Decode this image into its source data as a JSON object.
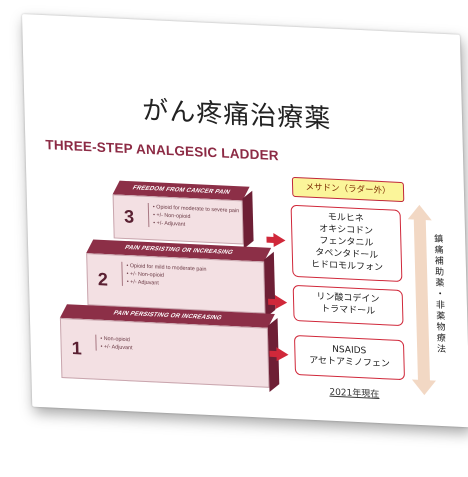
{
  "slide": {
    "title": "がん疼痛治療薬",
    "ladder_title": "THREE-STEP ANALGESIC LADDER",
    "steps": [
      {
        "number": "3",
        "header": "FREEDOM FROM CANCER PAIN",
        "items": [
          "Opioid for moderate to severe pain",
          "+/- Non-opioid",
          "+/- Adjuvant"
        ]
      },
      {
        "number": "2",
        "header": "PAIN PERSISTING OR INCREASING",
        "items": [
          "Opioid for mild to moderate pain",
          "+/- Non-opioid",
          "+/- Adjuvant"
        ]
      },
      {
        "number": "1",
        "header": "PAIN PERSISTING OR INCREASING",
        "items": [
          "Non-opioid",
          "+/- Adjuvant"
        ]
      }
    ],
    "methadone_label": "メサドン（ラダー外）",
    "drug_groups": [
      [
        "モルヒネ",
        "オキシコドン",
        "フェンタニル",
        "タペンタドール",
        "ヒドロモルフォン"
      ],
      [
        "リン酸コデイン",
        "トラマドール"
      ],
      [
        "NSAIDS",
        "アセトアミノフェン"
      ]
    ],
    "adjuvant_label": "鎮痛補助薬・非薬物療法",
    "year_note": "2021年現在"
  },
  "colors": {
    "accent": "#8c2f47",
    "box_border": "#d0283a",
    "methadone_bg": "#fbf59a",
    "arrow_fill": "#f2d8c4"
  }
}
